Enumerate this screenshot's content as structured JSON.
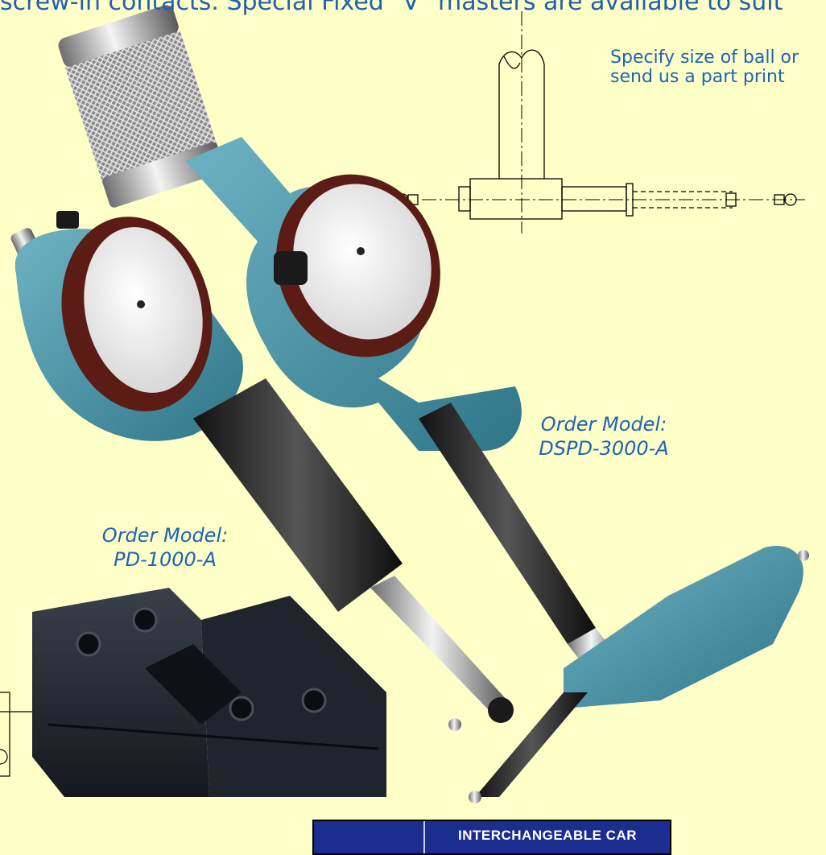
{
  "intro_text": "screw-in contacts.  Special Fixed \"V\" masters are available to suit",
  "drawing_note": "Specify size of ball or send us a part print",
  "model_pd": {
    "prefix": "Order Model:",
    "code": "PD-1000-A"
  },
  "model_dspd": {
    "prefix": "Order Model:",
    "code": "DSPD-3000-A"
  },
  "table": {
    "header_1": "",
    "header_2": "INTERCHANGEABLE CAR"
  },
  "colors": {
    "background": "#FFFFC8",
    "text_blue": "#1C64B8",
    "gauge_teal": "#4E9AAE",
    "table_header": "#1B2D8F"
  }
}
